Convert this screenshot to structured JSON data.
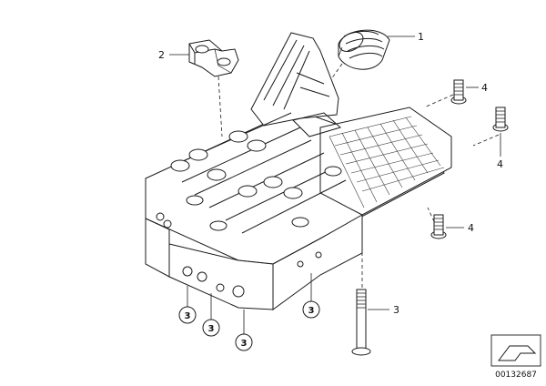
{
  "callouts": [
    {
      "id": "1",
      "label": "1"
    },
    {
      "id": "2",
      "label": "2"
    },
    {
      "id": "3",
      "label": "3"
    },
    {
      "id": "4a",
      "label": "4"
    },
    {
      "id": "4b",
      "label": "4"
    },
    {
      "id": "4c",
      "label": "4"
    }
  ],
  "circled_labels": [
    "3",
    "3",
    "3",
    "3"
  ],
  "part_number": "00132687"
}
